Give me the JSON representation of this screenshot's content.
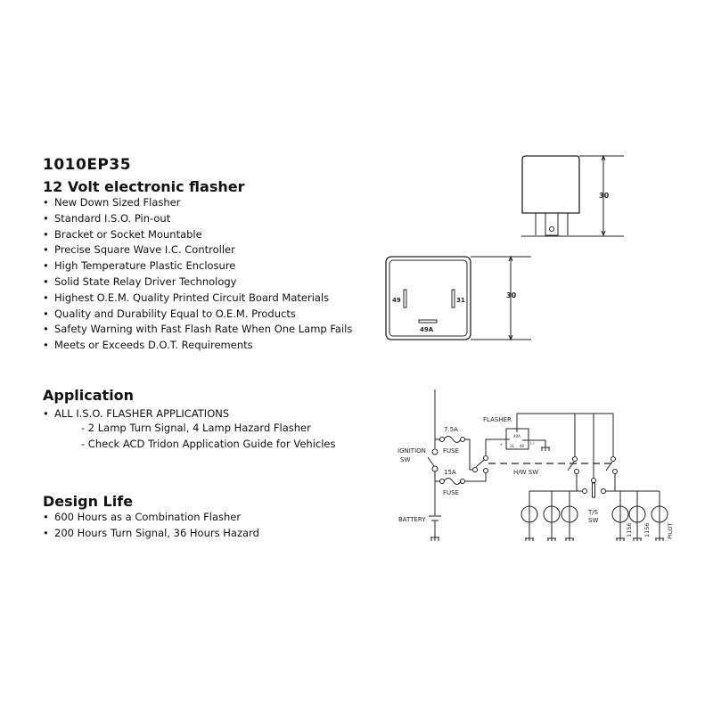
{
  "product": {
    "code": "1010EP35",
    "title": "12 Volt electronic flasher",
    "features": [
      "New Down Sized Flasher",
      "Standard  I.S.O. Pin-out",
      "Bracket or Socket Mountable",
      "Precise Square Wave I.C. Controller",
      "High Temperature Plastic Enclosure",
      "Solid State Relay Driver Technology",
      "Highest O.E.M. Quality Printed Circuit Board Materials",
      "Quality and Durability Equal to O.E.M. Products",
      "Safety Warning with Fast Flash Rate When One Lamp Fails",
      "Meets or Exceeds D.O.T. Requirements"
    ]
  },
  "application": {
    "heading": "Application",
    "items": [
      "ALL I.S.O. FLASHER APPLICATIONS"
    ],
    "subitems": [
      "- 2 Lamp Turn Signal, 4 Lamp Hazard Flasher",
      "- Check ACD Tridon Application Guide for Vehicles"
    ]
  },
  "design_life": {
    "heading": "Design Life",
    "items": [
      "600 Hours as a Combination Flasher",
      "200 Hours Turn Signal, 36 Hours Hazard"
    ]
  },
  "dimensions": {
    "side_height": "30",
    "front_height": "30",
    "pin_49": "49",
    "pin_31": "31",
    "pin_49a": "49A"
  },
  "schematic": {
    "fuse1": "7.5A",
    "fuse1_label": "FUSE",
    "fuse2": "15A",
    "fuse2_label": "FUSE",
    "ignition": "IGNITION",
    "ignition_sw": "SW",
    "battery": "BATTERY",
    "flasher": "FLASHER",
    "flasher_plus": "+",
    "flasher_31": "31",
    "flasher_49": "49",
    "flasher_minus": "(-)",
    "flasher_49a": "49A",
    "hw_sw": "H/W  SW",
    "ts": "T/S",
    "ts_sw": "SW",
    "lamp1": "1156",
    "lamp2": "1156",
    "lamp3": "PILOT"
  }
}
